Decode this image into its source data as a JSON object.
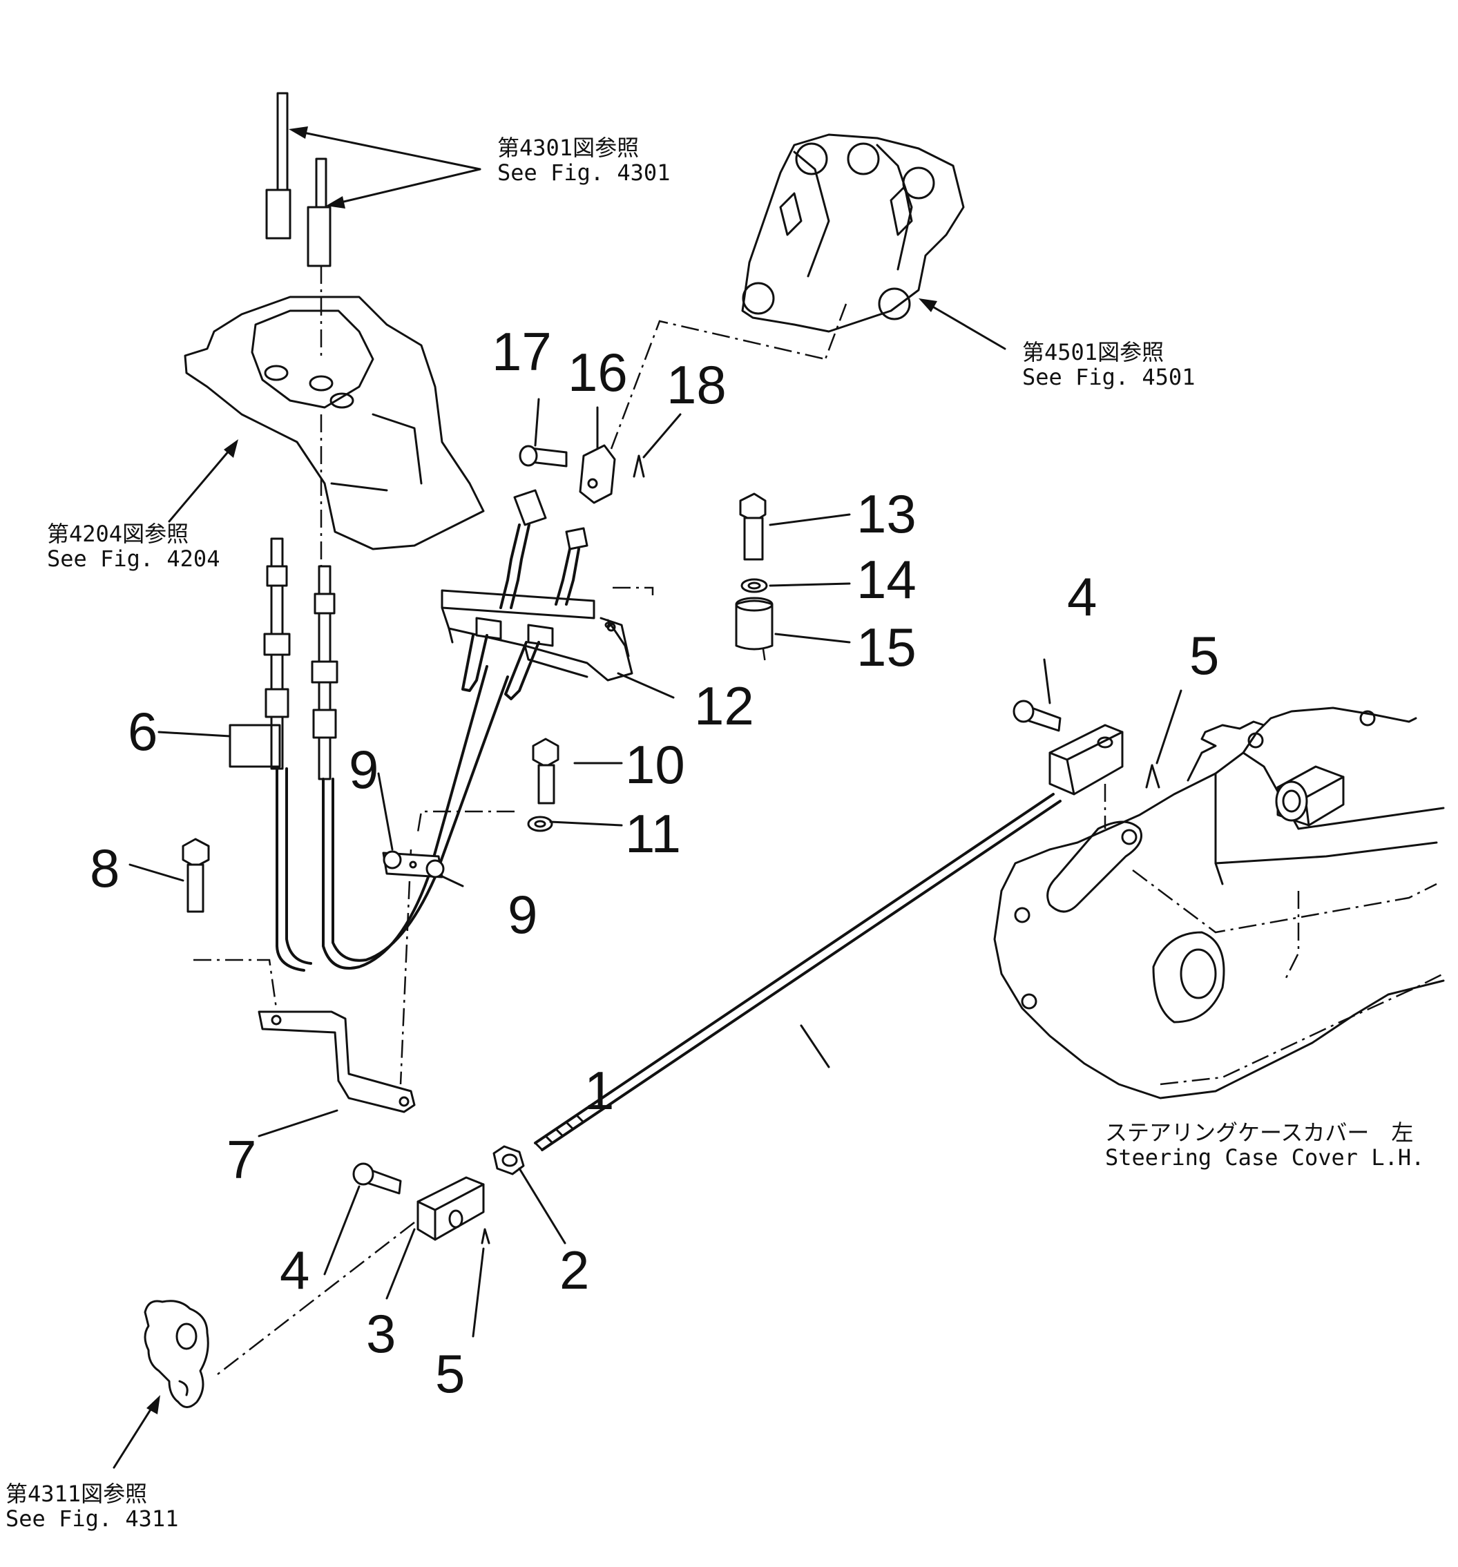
{
  "callouts": {
    "p1": "1",
    "p2": "2",
    "p3": "3",
    "p4a": "4",
    "p4b": "4",
    "p5a": "5",
    "p5b": "5",
    "p6": "6",
    "p7": "7",
    "p8": "8",
    "p9a": "9",
    "p9b": "9",
    "p10": "10",
    "p11": "11",
    "p12": "12",
    "p13": "13",
    "p14": "14",
    "p15": "15",
    "p16": "16",
    "p17": "17",
    "p18": "18"
  },
  "references": {
    "fig4301": {
      "jp": "第4301図参照",
      "en": "See  Fig. 4301"
    },
    "fig4501": {
      "jp": "第4501図参照",
      "en": "See  Fig. 4501"
    },
    "fig4204": {
      "jp": "第4204図参照",
      "en": "See  Fig. 4204"
    },
    "fig4311": {
      "jp": "第4311図参照",
      "en": "See  Fig. 4311"
    },
    "steering": {
      "jp": "ステアリングケースカバー　左",
      "en": "Steering  Case  Cover  L.H."
    }
  }
}
